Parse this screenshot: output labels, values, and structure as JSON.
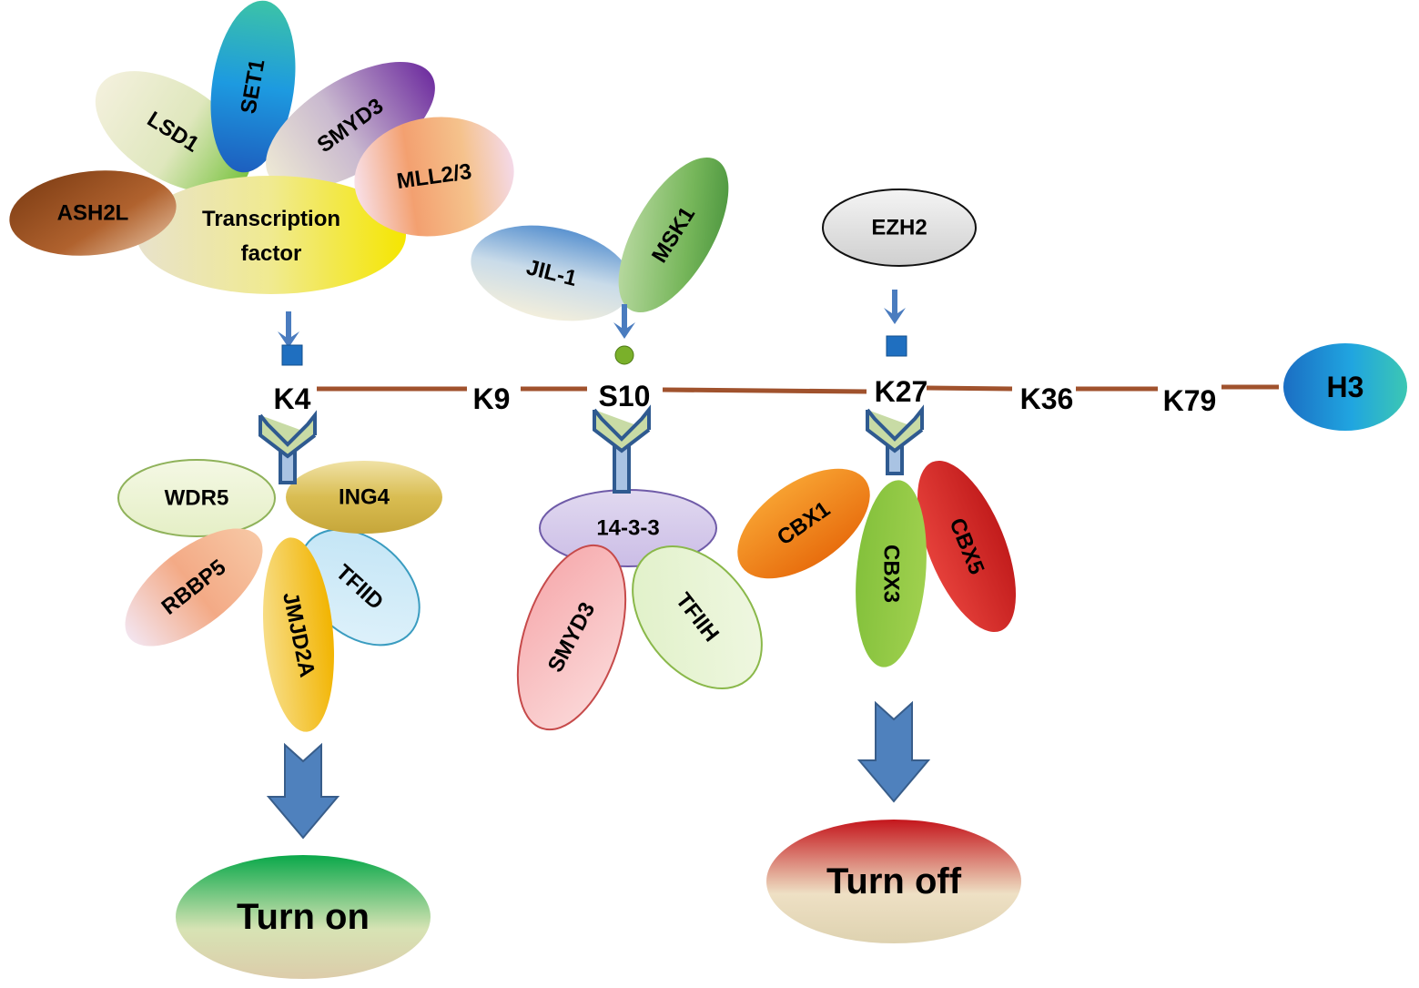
{
  "diagram": {
    "title": "Histone H3 modifications: writers and readers",
    "histone": {
      "name": "H3",
      "color": "#1a7fcf"
    },
    "sites": [
      "K4",
      "K9",
      "S10",
      "K27",
      "K36",
      "K79"
    ],
    "writers": {
      "k4_complex": {
        "center": "Transcription factor",
        "members": [
          "ASH2L",
          "LSD1",
          "SET1",
          "SMYD3",
          "MLL2/3"
        ]
      },
      "s10_kinases": [
        "JIL-1",
        "MSK1"
      ],
      "k27_writer": "EZH2"
    },
    "marks": {
      "K4": "methyl",
      "S10": "phospho",
      "K27": "methyl"
    },
    "readers": {
      "K4": [
        "WDR5",
        "ING4",
        "RBBP5",
        "JMJD2A",
        "TFIID"
      ],
      "S10": [
        "14-3-3",
        "SMYD3",
        "TFIIH"
      ],
      "K27": [
        "CBX1",
        "CBX3",
        "CBX5"
      ]
    },
    "outcomes": {
      "on": {
        "label": "Turn on",
        "color": "#1aaa4a"
      },
      "off": {
        "label": "Turn off",
        "color": "#c8191e"
      }
    },
    "colors": {
      "arrow": "#4a7cbf",
      "backbone": "#a0522d",
      "methyl_mark": "#1f6fc0",
      "phospho_mark": "#7ab02a"
    }
  }
}
